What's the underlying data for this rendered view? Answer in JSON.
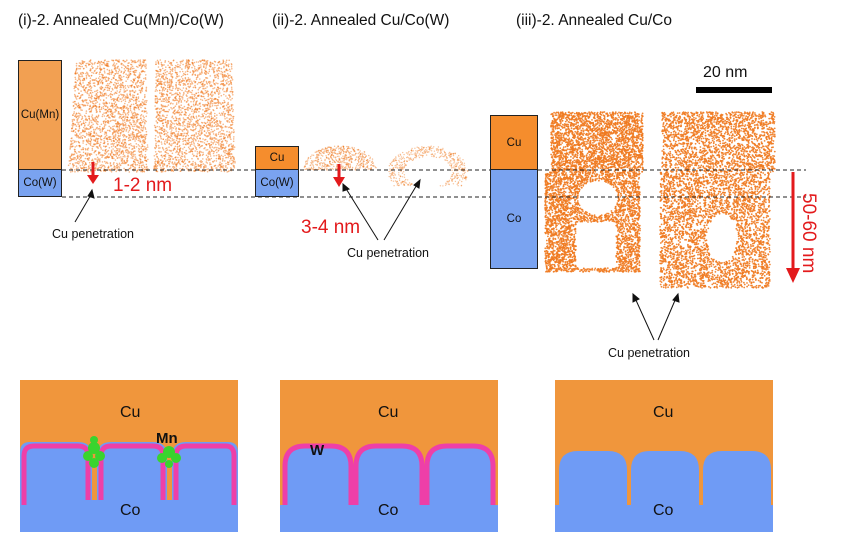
{
  "titles": {
    "panel1": "(i)-2. Annealed Cu(Mn)/Co(W)",
    "panel2": "(ii)-2. Annealed Cu/Co(W)",
    "panel3": "(iii)-2. Annealed Cu/Co"
  },
  "stacks": {
    "panel1_top": "Cu(Mn)",
    "panel1_bottom": "Co(W)",
    "panel2_top": "Cu",
    "panel2_bottom": "Co(W)",
    "panel3_top": "Cu",
    "panel3_bottom": "Co"
  },
  "scale_bar": "20 nm",
  "depths": {
    "panel1": "1-2 nm",
    "panel2": "3-4 nm",
    "panel3": "50-60 nm"
  },
  "annotations": {
    "panel1": "Cu penetration",
    "panel2": "Cu penetration",
    "panel3": "Cu penetration"
  },
  "schematics": {
    "s1_top": "Cu",
    "s1_bottom": "Co",
    "s1_extra": "Mn",
    "s2_top": "Cu",
    "s2_bottom": "Co",
    "s2_extra": "W",
    "s3_top": "Cu",
    "s3_bottom": "Co"
  },
  "colors": {
    "cu": "#f0963c",
    "co": "#6f9bf5",
    "barrier": "#ee3fa8",
    "mn": "#39d42e",
    "arrow": "#e31a1c",
    "atoms": "#f07a20"
  }
}
